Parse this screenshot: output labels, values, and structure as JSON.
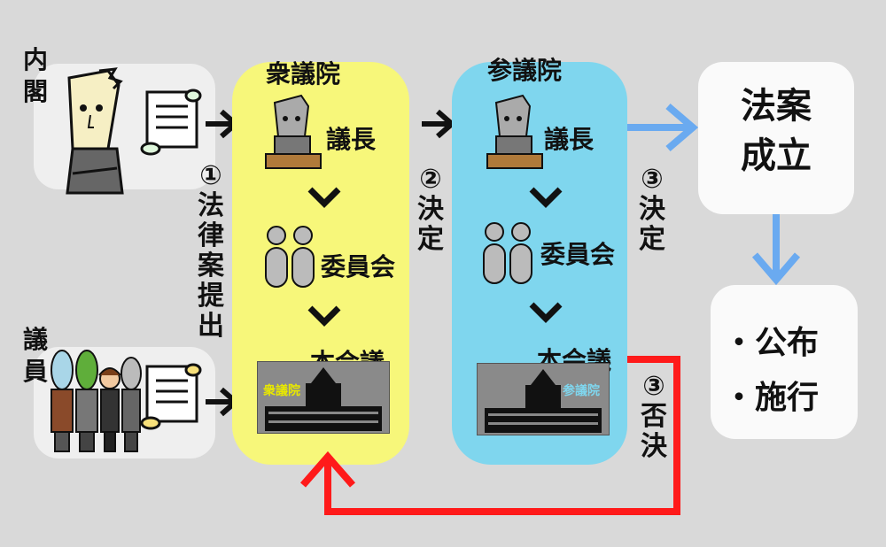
{
  "actors": {
    "cabinet": "内\n閣",
    "members": "議\n員"
  },
  "houses": {
    "lower": {
      "title": "衆議院",
      "speaker": "議長",
      "committee": "委員会",
      "plenary": "本会議",
      "building_label": "衆議院",
      "color": "#f7f77a"
    },
    "upper": {
      "title": "参議院",
      "speaker": "議長",
      "committee": "委員会",
      "plenary": "本会議",
      "building_label": "参議院",
      "color": "#7fd6ee"
    }
  },
  "steps": {
    "submit": "①\n法\n律\n案\n提\n出",
    "decide_lower": "②\n決\n定",
    "decide_upper": "③\n決\n定",
    "reject": "③\n否\n決"
  },
  "outcome": {
    "passed": "法案\n成立",
    "enact_1": "・公布",
    "enact_2": "・施行"
  },
  "colors": {
    "lower_house": "#f7f77a",
    "upper_house": "#7fd6ee",
    "reject_arrow": "#ff1a1a",
    "pass_arrow": "#6aaaf0",
    "background": "#d9d9d9"
  },
  "icons": [
    "person-icon",
    "scroll-icon",
    "arrow-right-icon",
    "chevron-down-icon",
    "committee-icon",
    "diet-building-icon"
  ]
}
